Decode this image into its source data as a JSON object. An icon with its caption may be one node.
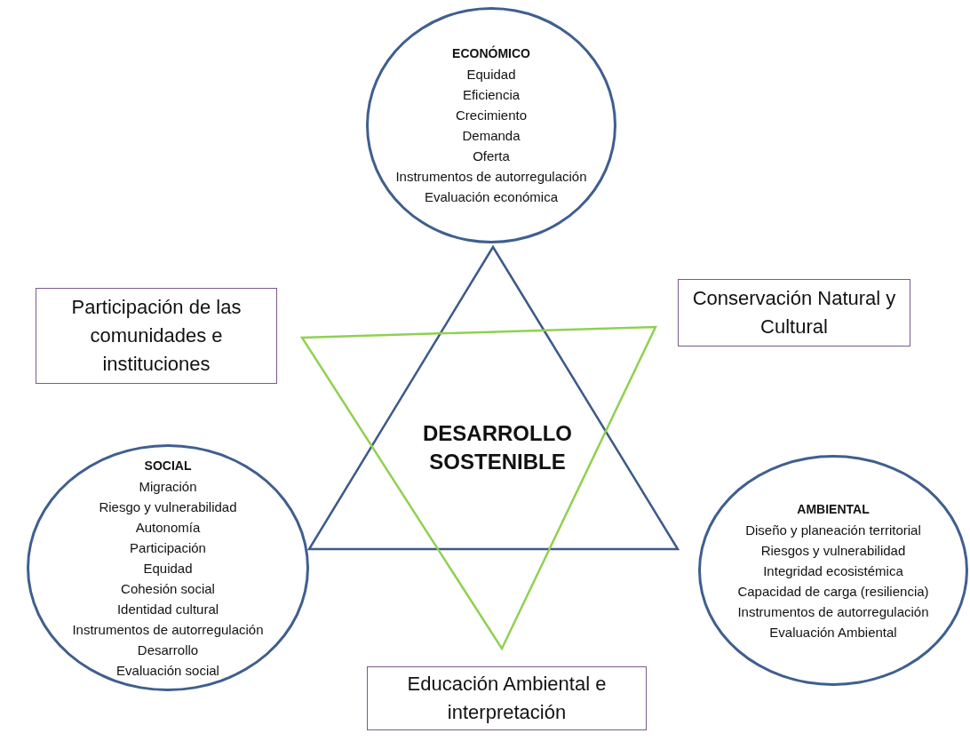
{
  "diagram": {
    "nodes": [
      {
        "text": [
          "ECONÓMICO",
          "Equidad",
          "Eficiencia",
          "Crecimiento",
          "Demanda",
          "Oferta",
          "Instrumentos de autorregulación",
          "Evaluación económica"
        ]
      },
      {
        "text": [
          "Participación de las comunidades e instituciones"
        ]
      },
      {
        "text": [
          "Conservación Natural y Cultural"
        ]
      },
      {
        "text": [
          "DESARROLLO SOSTENIBLE"
        ]
      },
      {
        "text": [
          "SOCIAL",
          "Migración",
          "Riesgo y vulnerabilidad",
          "Autonomía",
          "Participación",
          "Equidad",
          "Cohesión social",
          "Identidad cultural",
          "Instrumentos de autorregulación",
          "Desarrollo",
          "Evaluación social"
        ]
      },
      {
        "text": [
          "AMBIENTAL",
          "Diseño y planeación territorial",
          "Riesgos y vulnerabilidad",
          "Integridad ecosistémica",
          "Capacidad de carga (resiliencia)",
          "Instrumentos de autorregulación",
          "Evaluación Ambiental"
        ]
      },
      {
        "text": [
          "Educación Ambiental e interpretación"
        ]
      }
    ]
  }
}
